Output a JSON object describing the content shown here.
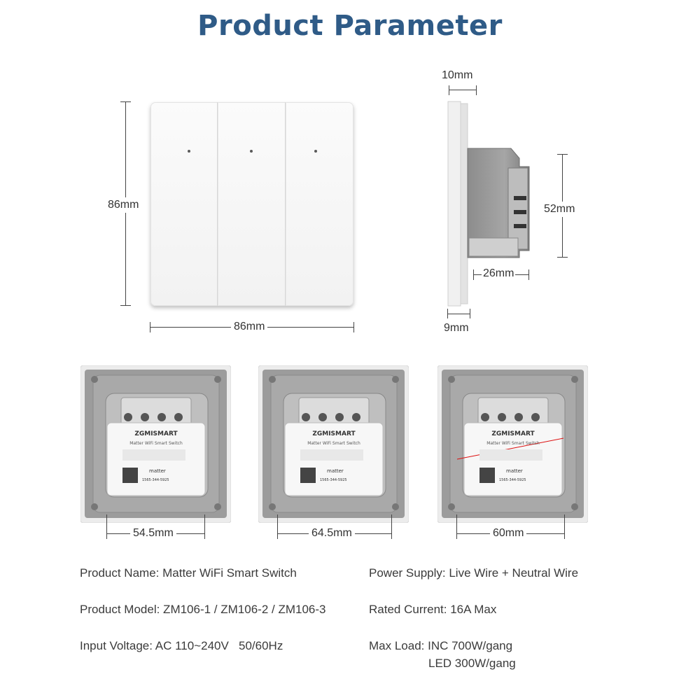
{
  "title": "Product Parameter",
  "dimensions": {
    "front_height": "86mm",
    "front_width": "86mm",
    "side_top": "10mm",
    "side_height": "52mm",
    "side_depth": "26mm",
    "side_bottom": "9mm",
    "back1_width": "54.5mm",
    "back2_width": "64.5mm",
    "back3_width": "60mm"
  },
  "label": {
    "brand": "ZGMISMART",
    "product": "Matter WiFi Smart Switch",
    "matter": "matter",
    "code": "1565-344-5925"
  },
  "specs": {
    "left": [
      "Product Name: Matter WiFi Smart Switch",
      "Product Model: ZM106-1 / ZM106-2 / ZM106-3",
      "Input Voltage: AC 110~240V   50/60Hz"
    ],
    "right": [
      "Power Supply: Live Wire + Neutral Wire",
      "Rated Current: 16A Max",
      "Max Load: INC 700W/gang",
      "LED 300W/gang"
    ]
  }
}
